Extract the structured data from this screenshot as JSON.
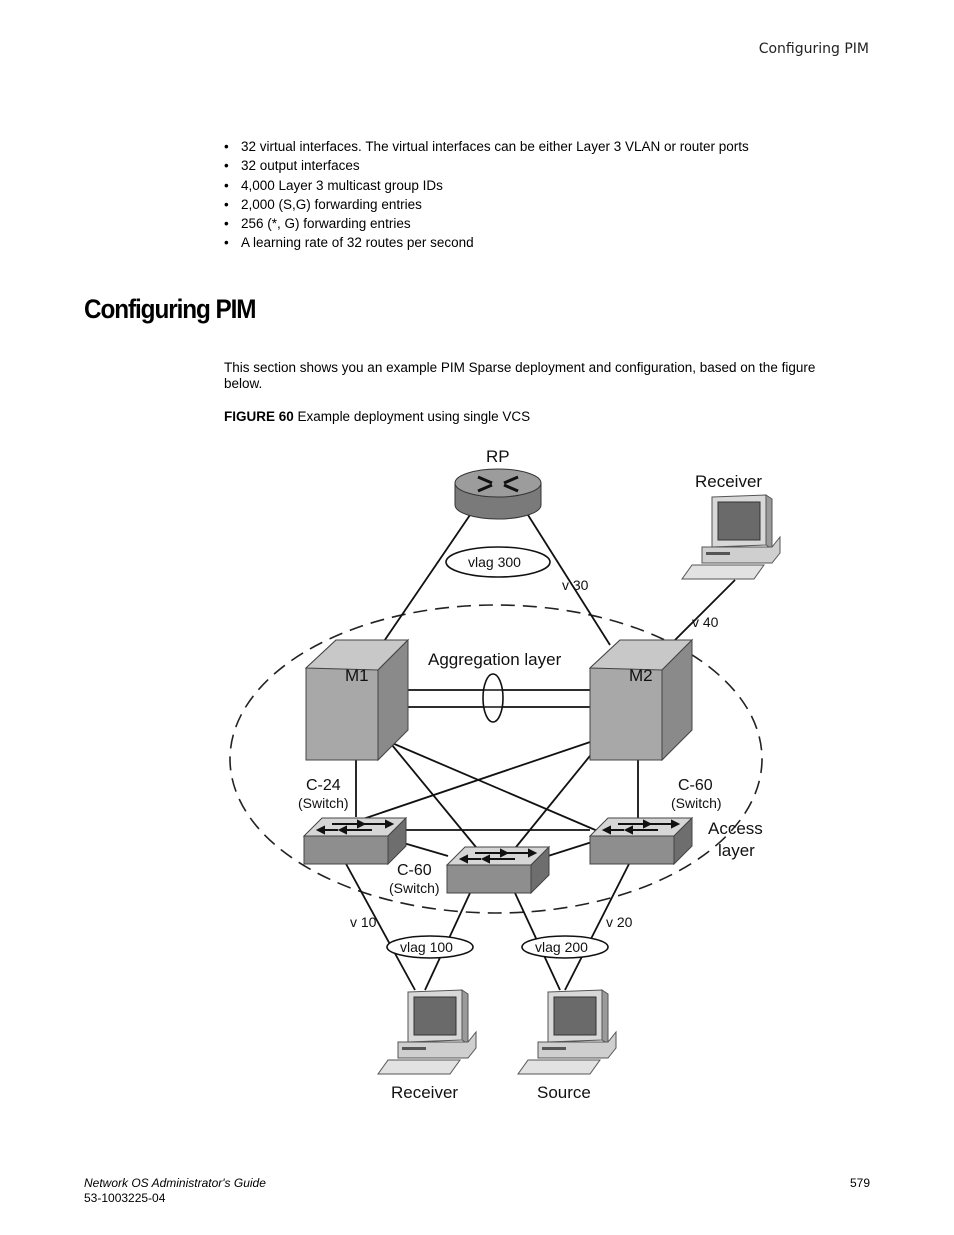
{
  "header": {
    "running_title": "Configuring PIM"
  },
  "bullets": [
    "32 virtual interfaces. The virtual interfaces can be either Layer 3 VLAN or router ports",
    "32 output interfaces",
    "4,000 Layer 3 multicast group IDs",
    "2,000 (S,G) forwarding entries",
    "256 (*, G) forwarding entries",
    "A learning rate of 32 routes per second"
  ],
  "bullet_marker": "•",
  "section": {
    "title": "Configuring PIM",
    "intro_line1": "This section shows you an example PIM Sparse deployment and configuration, based on the figure",
    "intro_line2": "below."
  },
  "figure": {
    "label": "FIGURE 60",
    "caption": "Example deployment using single VCS",
    "labels": {
      "rp": "RP",
      "receiver_top": "Receiver",
      "vlag300": "vlag 300",
      "v30": "v 30",
      "v40": "v 40",
      "m1": "M1",
      "m2": "M2",
      "aggregation": "Aggregation layer",
      "c24": "C-24",
      "c24_sub": "(Switch)",
      "c60_right": "C-60",
      "c60_right_sub": "(Switch)",
      "c60_mid": "C-60",
      "c60_mid_sub": "(Switch)",
      "access_1": "Access",
      "access_2": "layer",
      "v10": "v 10",
      "v20": "v 20",
      "vlag100": "vlag 100",
      "vlag200": "vlag 200",
      "receiver_bottom": "Receiver",
      "source": "Source"
    },
    "icons": {
      "rp": "router-icon",
      "m1": "core-switch-icon",
      "m2": "core-switch-icon",
      "access": "layer2-switch-icon",
      "hosts": "workstation-icon"
    },
    "colors": {
      "device_dark": "#6e6e6e",
      "device_mid": "#9a9a9a",
      "device_light": "#c4c4c4"
    }
  },
  "footer": {
    "doc_title": "Network OS Administrator's Guide",
    "doc_number": "53-1003225-04",
    "page_number": "579"
  }
}
